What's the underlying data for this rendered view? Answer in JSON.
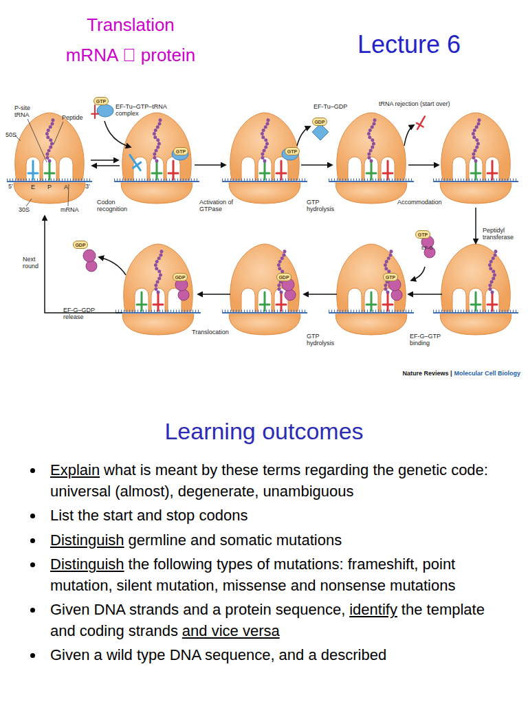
{
  "diagram": {
    "title": "Translation",
    "nodes": [
      {
        "text": [
          "GTP"
        ]
      },
      {
        "text": [
          "GTP"
        ]
      },
      {
        "text": [
          "GTP"
        ]
      },
      {
        "text": [
          "GDP"
        ]
      },
      {
        "text": [
          "GTP"
        ]
      },
      {
        "text": [
          "GTP"
        ]
      },
      {
        "text": [
          "GDP"
        ]
      },
      {
        "text": [
          "GDP"
        ]
      },
      {
        "text": [
          "GDP"
        ]
      }
    ],
    "labels": [
      "mRNA  protein",
      "Lecture 6",
      "P-site tRNA",
      "Peptide",
      "50S",
      "5′",
      "E",
      "P",
      "A",
      "3′",
      "30S",
      "mRNA",
      "EF-Tu–GTP–tRNA complex",
      "Codon recognition",
      "Activation of GTPase",
      "EF-Tu–GDP",
      "GTP hydrolysis",
      "tRNA rejection (start over)",
      "Accommodation",
      "Peptidyl transferase",
      "EF-G",
      "EF-G–GTP binding",
      "GTP hydrolysis",
      "Translocation",
      "EF-G–GDP release",
      "Next round",
      "Nature Reviews |",
      "Molecular Cell Biology",
      "Learning outcomes",
      "Explain",
      "what is meant by these terms regarding the genetic code: universal (almost), degenerate, unambiguous",
      "List the start and stop codons",
      "Distinguish",
      "germline and somatic mutations",
      "Distinguish",
      "the following types of mutations: frameshift, point mutation, silent mutation, missense and nonsense mutations",
      "Given DNA strands and a protein sequence,",
      "identify",
      "the template and coding strands",
      "and vice versa",
      "Given a wild type DNA sequence, and a described"
    ]
  }
}
